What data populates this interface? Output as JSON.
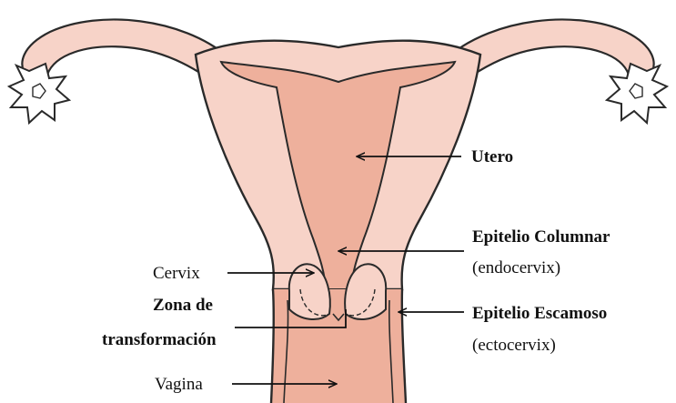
{
  "labels": {
    "utero": "Utero",
    "epitelio_columnar": "Epitelio Columnar",
    "endocervix": "(endocervix)",
    "cervix": "Cervix",
    "zona_line1": "Zona de",
    "zona_line2": "transformación",
    "epitelio_escamoso": "Epitelio Escamoso",
    "ectocervix": "(ectocervix)",
    "vagina": "Vagina"
  },
  "colors": {
    "tissue_light": "#f7d3c8",
    "tissue_inner": "#eeb09c",
    "outline": "#2a2a2a",
    "arrow": "#111111"
  }
}
